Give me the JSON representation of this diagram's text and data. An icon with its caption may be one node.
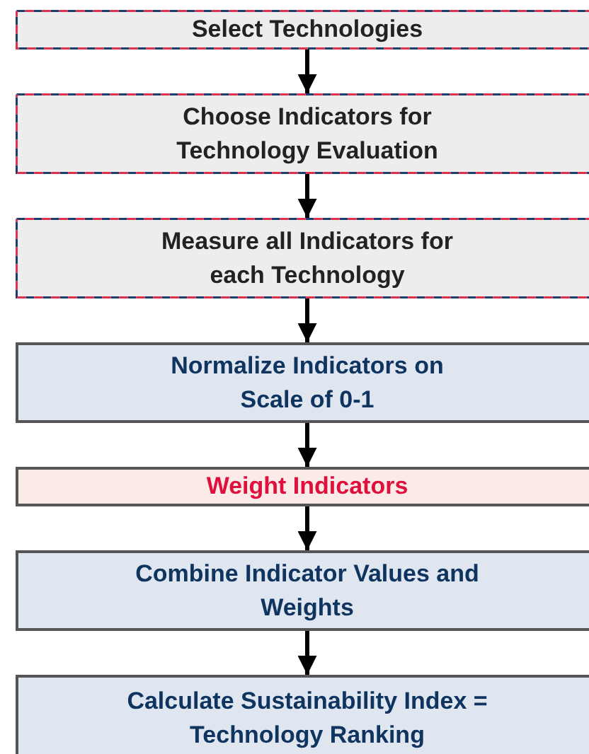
{
  "diagram": {
    "nodes": [
      {
        "text": [
          "Select Technologies"
        ]
      },
      {
        "text": [
          "Choose Indicators for Technology Evaluation"
        ]
      },
      {
        "text": [
          "Measure all Indicators for each Technology"
        ]
      },
      {
        "text": [
          "Normalize Indicators on Scale of 0-1"
        ]
      },
      {
        "text": [
          "Weight Indicators"
        ]
      },
      {
        "text": [
          "Combine Indicator Values and Weights"
        ]
      },
      {
        "text": [
          "Calculate Sustainability Index = Technology Ranking"
        ]
      }
    ],
    "edges": [
      {
        "from": 0,
        "to": 1,
        "arrow": "to"
      },
      {
        "from": 1,
        "to": 2,
        "arrow": "to"
      },
      {
        "from": 2,
        "to": 3,
        "arrow": "to"
      },
      {
        "from": 3,
        "to": 4,
        "arrow": "to"
      },
      {
        "from": 4,
        "to": 5,
        "arrow": "to"
      },
      {
        "from": 5,
        "to": 6,
        "arrow": "to"
      }
    ]
  }
}
